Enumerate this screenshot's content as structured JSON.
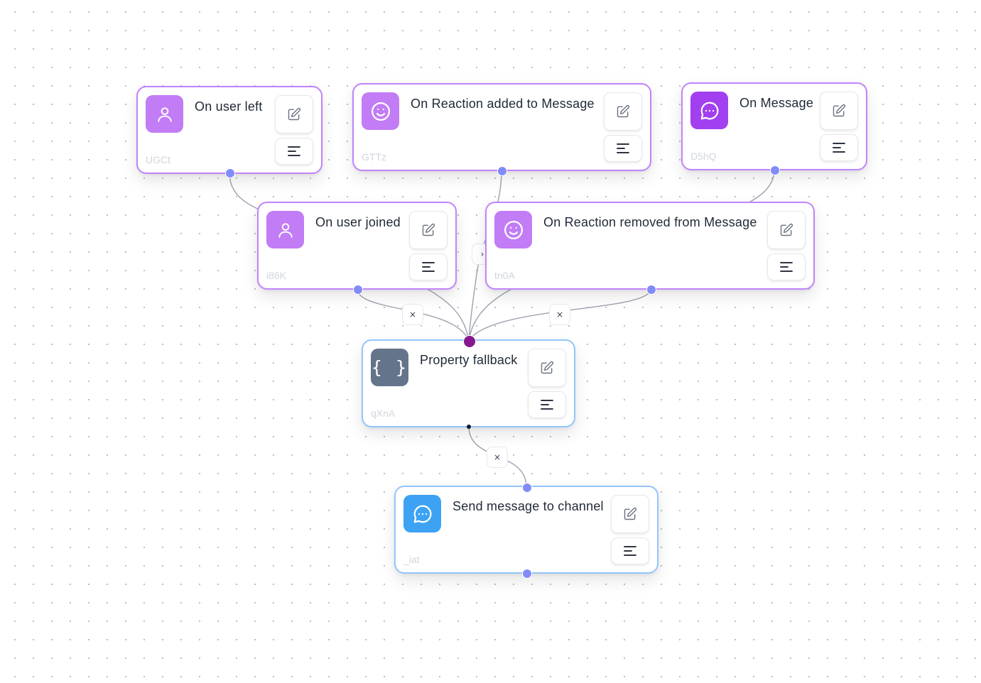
{
  "nodes": {
    "user_left": {
      "title": "On user left",
      "id": "UGCt",
      "icon": "user-icon"
    },
    "reaction_added": {
      "title": "On Reaction added to Message",
      "id": "GTTz",
      "icon": "smile-icon"
    },
    "on_message": {
      "title": "On Message",
      "id": "D5hQ",
      "icon": "message-icon"
    },
    "user_joined": {
      "title": "On user joined",
      "id": "i86K",
      "icon": "user-icon"
    },
    "reaction_removed": {
      "title": "On Reaction removed from Message",
      "id": "tn0A",
      "icon": "smile-icon"
    },
    "property_fallback": {
      "title": "Property fallback",
      "id": "qXnA",
      "icon": "braces-icon",
      "icon_text": "{ }"
    },
    "send_message": {
      "title": "Send message to channel",
      "id": "_iat",
      "icon": "message-icon"
    }
  },
  "edge_delete_label": "×",
  "edge_delete_label_partial": "›",
  "colors": {
    "trigger_border": "#c084fc",
    "action_border": "#93c5fd",
    "trigger_icon": "#c27cf5",
    "message_icon": "#a23ff0",
    "fallback_icon": "#64748b",
    "send_icon": "#3ea2f4",
    "handle": "#818cf8",
    "merge_handle": "#86198f"
  }
}
